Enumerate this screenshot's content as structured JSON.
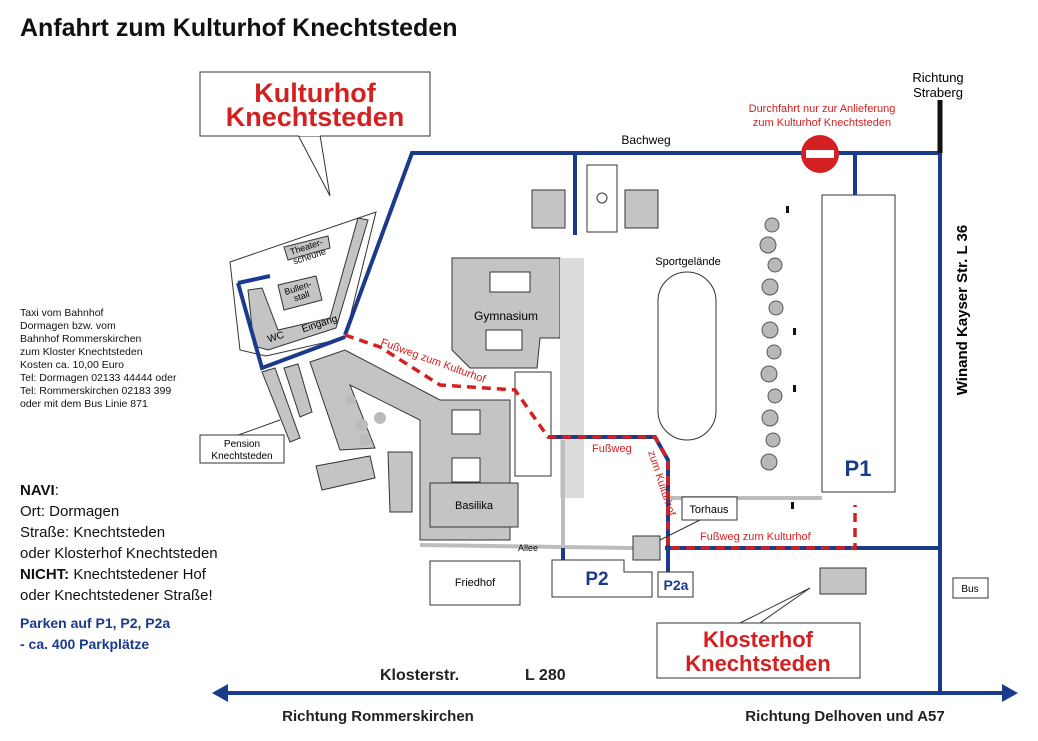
{
  "title": "Anfahrt zum Kulturhof Knechtsteden",
  "colors": {
    "road": "#1a3a8c",
    "footpath": "#d42020",
    "building": "#c4c4c4"
  },
  "callouts": {
    "kulturhof": [
      "Kulturhof",
      "Knechtsteden"
    ],
    "klosterhof": [
      "Klosterhof",
      "Knechtsteden"
    ]
  },
  "roads": {
    "bachweg": "Bachweg",
    "winand": "Winand Kayser Str.  L 36",
    "klosterstr": "Klosterstr.",
    "l280": "L 280",
    "alee": "Allee",
    "richtung_straberg": [
      "Richtung",
      "Straberg"
    ],
    "richtung_rommerskirchen": "Richtung Rommerskirchen",
    "richtung_delhoven": "Richtung Delhoven und A57"
  },
  "notice": [
    "Durchfahrt nur zur Anlieferung",
    "zum Kulturhof Knechtsteden"
  ],
  "places": {
    "theater": [
      "Theater-",
      "scheune"
    ],
    "bullen": [
      "Bullen-",
      "stall"
    ],
    "wc": "WC",
    "eingang": "Eingang",
    "gymnasium": "Gymnasium",
    "sportgelaende": "Sportgelände",
    "basilika": "Basilika",
    "friedhof": "Friedhof",
    "torhaus": "Torhaus",
    "pension": [
      "Pension",
      "Knechtsteden"
    ],
    "bus": "Bus"
  },
  "parking": {
    "p1": "P1",
    "p2": "P2",
    "p2a": "P2a"
  },
  "footpath": {
    "a": "Fußweg zum Kulturhof",
    "b": "Fußweg",
    "c": "zum Kulturhof",
    "d": "Fußweg zum Kulturhof"
  },
  "taxi": [
    "Taxi vom Bahnhof",
    "Dormagen bzw. vom",
    "Bahnhof Rommerskirchen",
    "zum Kloster Knechtsteden",
    "Kosten ca. 10,00 Euro",
    "Tel: Dormagen 02133 44444 oder",
    "Tel: Rommerskirchen 02183 399",
    "oder mit dem Bus Linie 871"
  ],
  "navi": {
    "heading": "NAVI",
    "line1": "Ort: Dormagen",
    "line2": "Straße: Knechtsteden",
    "line3": "oder Klosterhof Knechtsteden",
    "nicht_label": "NICHT",
    "line4": " Knechtstedener Hof",
    "line5": "oder Knechtstedener Straße!"
  },
  "parken": [
    "Parken auf P1, P2, P2a",
    "- ca. 400 Parkplätze"
  ]
}
